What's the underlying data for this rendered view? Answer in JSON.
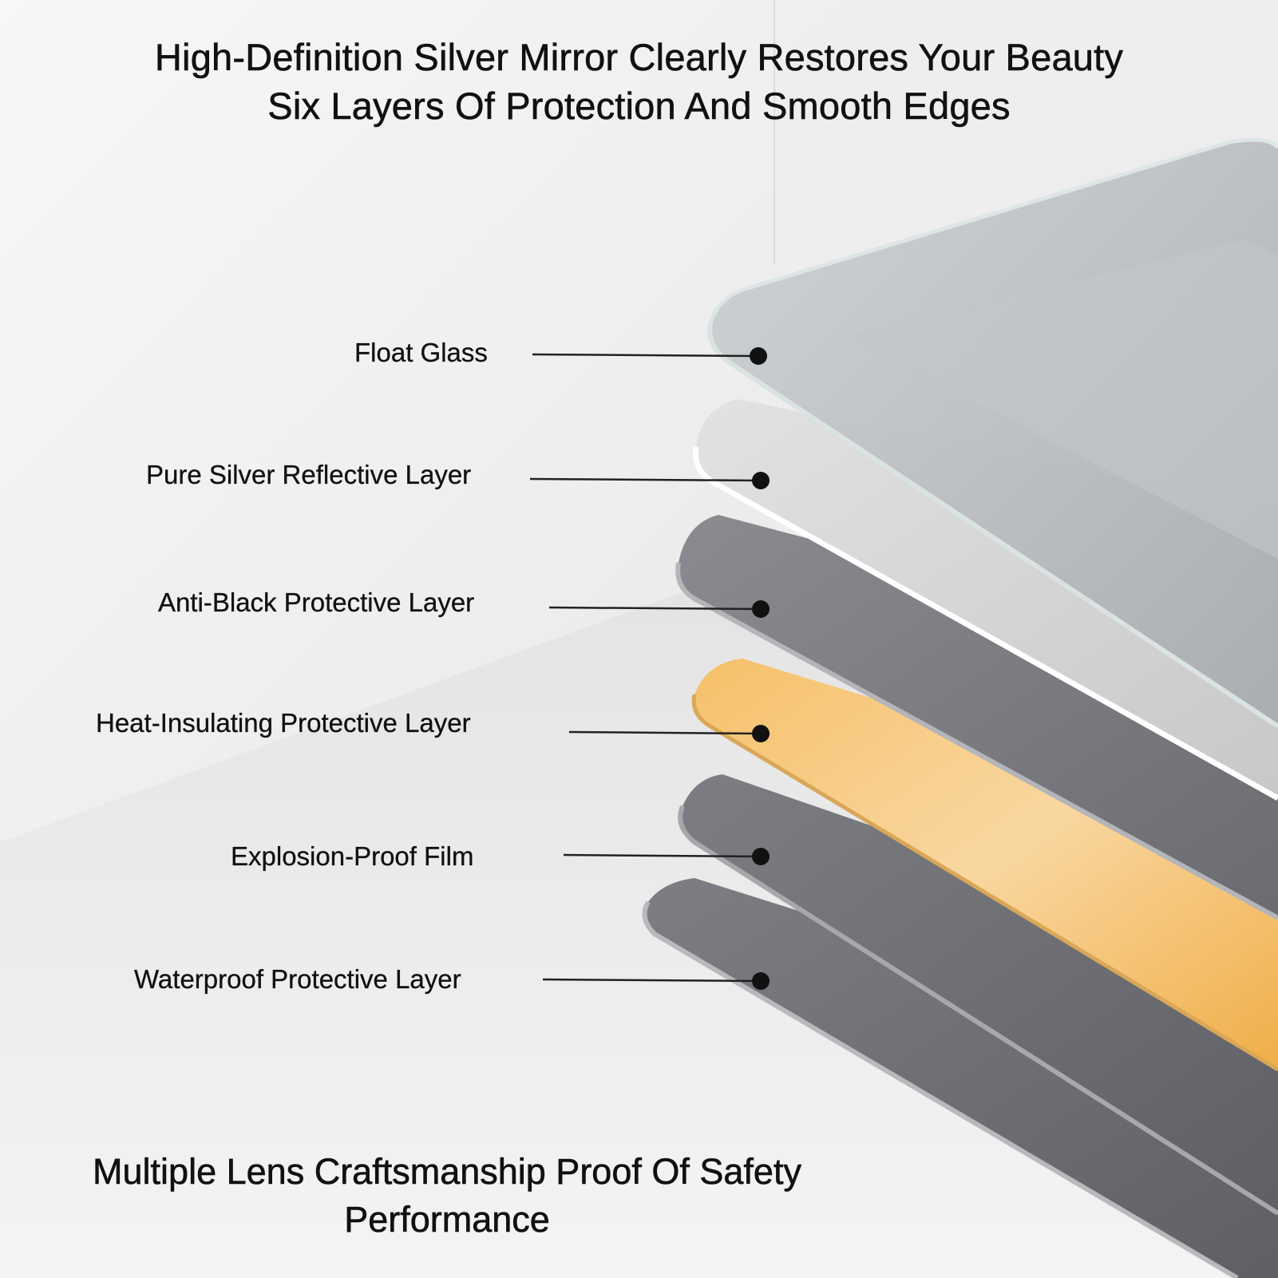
{
  "title": {
    "line1": "High-Definition Silver Mirror Clearly Restores Your Beauty",
    "line2": "Six Layers Of Protection And Smooth Edges"
  },
  "layers": [
    {
      "label": "Float Glass"
    },
    {
      "label": "Pure Silver Reflective Layer"
    },
    {
      "label": "Anti-Black Protective Layer"
    },
    {
      "label": "Heat-Insulating Protective Layer"
    },
    {
      "label": "Explosion-Proof Film"
    },
    {
      "label": "Waterproof Protective Layer"
    }
  ],
  "footer": {
    "line1": "Multiple Lens Craftsmanship Proof Of Safety",
    "line2": "Performance"
  },
  "colors": {
    "text": "#111111",
    "glass": "#b9bcbf",
    "silver": "#d6d6d6",
    "anti_black": "#7a7b80",
    "heat_insulating": "#f1b24f",
    "explosion_proof": "#6f7075",
    "waterproof": "#6c6d71"
  }
}
